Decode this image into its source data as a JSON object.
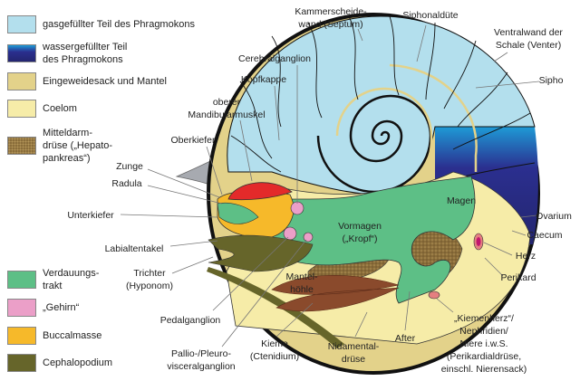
{
  "legend": {
    "items": [
      {
        "label": [
          "gasgefüllter Teil des Phragmokons"
        ],
        "color": "#b3dfed"
      },
      {
        "label": [
          "wassergefüllter Teil",
          "des Phragmokons"
        ],
        "color": "#2b2f8f"
      },
      {
        "label": [
          "Eingeweidesack und Mantel"
        ],
        "color": "#e3d28a"
      },
      {
        "label": [
          "Coelom"
        ],
        "color": "#f6eca8"
      },
      {
        "label": [
          "Mitteldarm-",
          "drüse („Hepato-",
          "pankreas“)"
        ],
        "color": "#8a6d3a"
      },
      {
        "label": [
          "Verdauungs-",
          "trakt"
        ],
        "color": "#5dbf86"
      },
      {
        "label": [
          "„Gehirn“"
        ],
        "color": "#eb9fc8"
      },
      {
        "label": [
          "Buccalmasse"
        ],
        "color": "#f6b92a"
      },
      {
        "label": [
          "Cephalopodium"
        ],
        "color": "#66652a"
      }
    ]
  },
  "labels": {
    "septum": [
      "Kammerscheide-",
      "wand (Septum)"
    ],
    "siphonalduete": [
      "Siphonaldüte"
    ],
    "venter": [
      "Ventralwand der",
      "Schale (Venter)"
    ],
    "sipho": [
      "Sipho"
    ],
    "cerebralganglion": [
      "Cerebralganglion"
    ],
    "kopfkappe": [
      "Kopfkappe"
    ],
    "mandibularmuskel": [
      "oberer",
      "Mandibularmuskel"
    ],
    "oberkiefer": [
      "Oberkiefer"
    ],
    "zunge": [
      "Zunge"
    ],
    "radula": [
      "Radula"
    ],
    "unterkiefer": [
      "Unterkiefer"
    ],
    "labialtentakel": [
      "Labialtentakel"
    ],
    "trichter": [
      "Trichter",
      "(Hyponom)"
    ],
    "pedalganglion": [
      "Pedalganglion"
    ],
    "pallio": [
      "Pallio-/Pleuro-",
      "visceralganglion"
    ],
    "mantelhoehle": [
      "Mantel-",
      "höhle"
    ],
    "kieme": [
      "Kieme",
      "(Ctenidium)"
    ],
    "nidamental": [
      "Nidamental-",
      "drüse"
    ],
    "after": [
      "After"
    ],
    "kiemenherz": [
      "„Kiemenherz“/",
      "Nephridien/",
      "Niere i.w.S.",
      "(Perikardialdrüse,",
      "einschl. Nierensack)"
    ],
    "magen": [
      "Magen"
    ],
    "vormagen": [
      "Vormagen",
      "(„Kropf“)"
    ],
    "ovarium": [
      "Ovarium"
    ],
    "caecum": [
      "Caecum"
    ],
    "herz": [
      "Herz"
    ],
    "perikard": [
      "Perikard"
    ]
  }
}
